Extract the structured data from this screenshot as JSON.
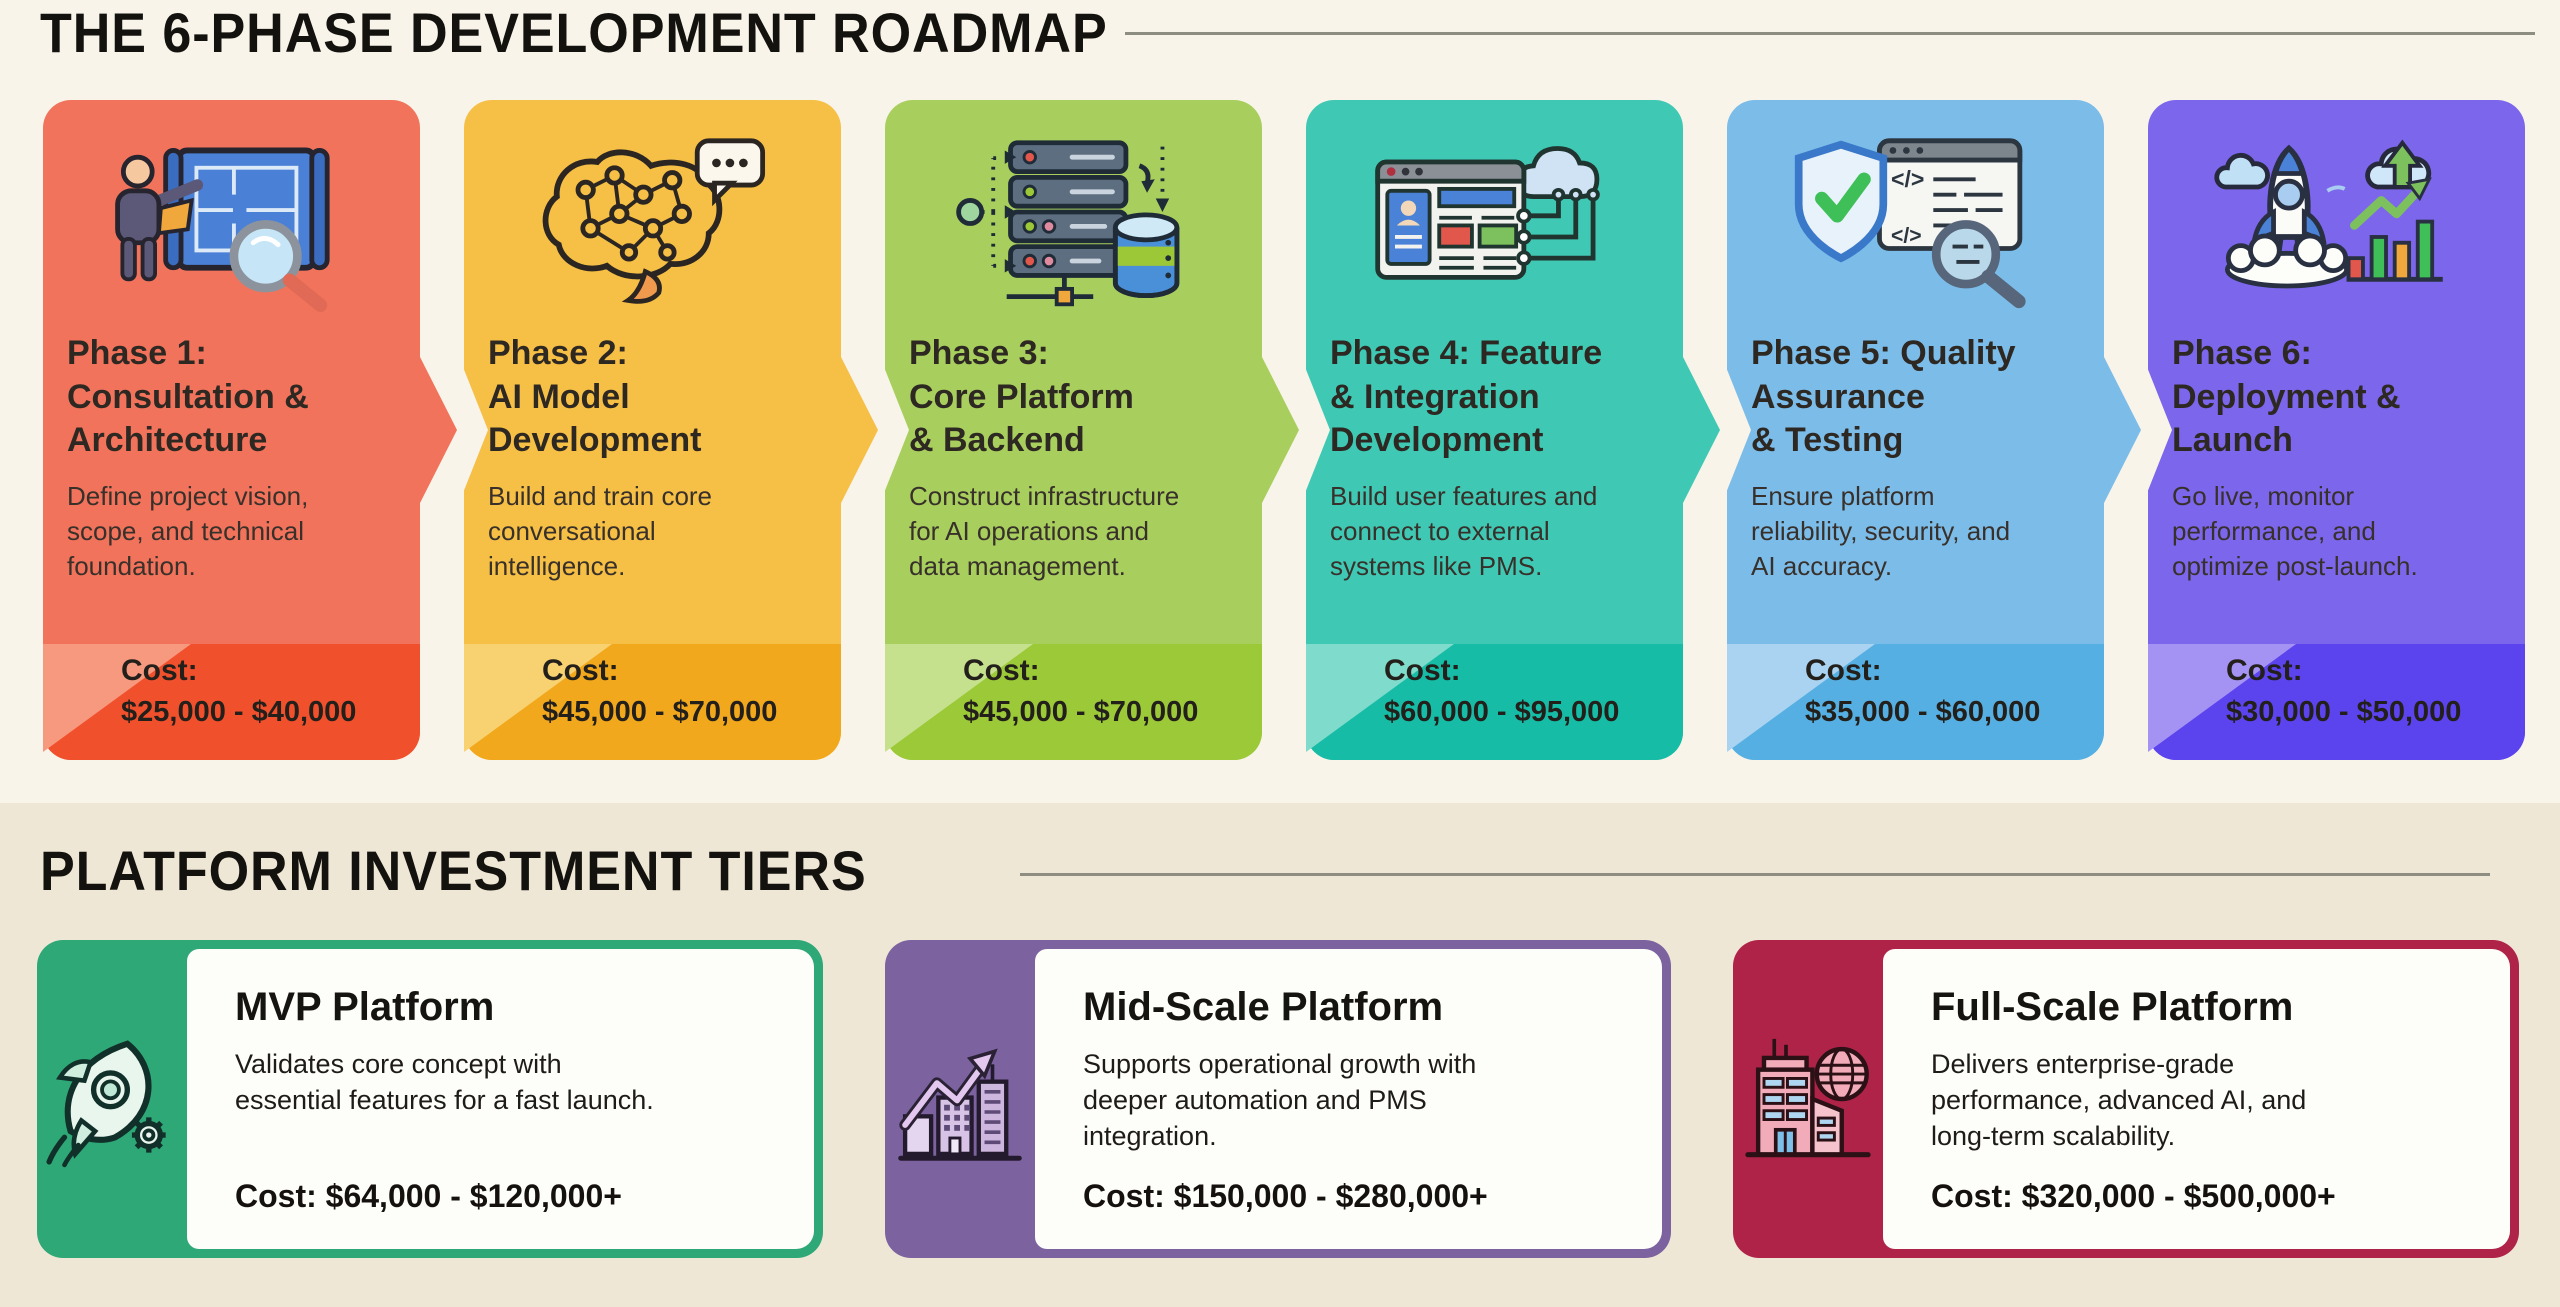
{
  "colors": {
    "bg_top": "#F8F4E9",
    "bg_bottom": "#EFE7D6",
    "divider": "#8E8D82"
  },
  "roadmap": {
    "heading": "THE 6-PHASE DEVELOPMENT ROADMAP",
    "phases": [
      {
        "title": "Phase 1:\nConsultation &\nArchitecture",
        "description": "Define project vision,\nscope, and technical\nfoundation.",
        "cost_label": "Cost:",
        "cost_value": "$25,000 - $40,000",
        "icon": "person-blueprint-magnifier-icon",
        "colors": {
          "body": "#F2735B",
          "band": "#F1502D",
          "fold": "#F6997F"
        }
      },
      {
        "title": "Phase 2:\nAI Model\nDevelopment",
        "description": "Build and train core\nconversational\nintelligence.",
        "cost_label": "Cost:",
        "cost_value": "$45,000 - $70,000",
        "icon": "brain-network-speech-icon",
        "colors": {
          "body": "#F6BF45",
          "band": "#F2A81C",
          "fold": "#F8D171"
        }
      },
      {
        "title": "Phase 3:\nCore Platform\n& Backend",
        "description": "Construct infrastructure\nfor AI operations and\ndata management.",
        "cost_label": "Cost:",
        "cost_value": "$45,000 - $70,000",
        "icon": "server-stack-database-icon",
        "colors": {
          "body": "#A8CF5E",
          "band": "#9BC938",
          "fold": "#C6E18D"
        }
      },
      {
        "title": "Phase 4: Feature\n& Integration\nDevelopment",
        "description": "Build user features and\nconnect to external\nsystems like PMS.",
        "cost_label": "Cost:",
        "cost_value": "$60,000 - $95,000",
        "icon": "browser-cloud-integration-icon",
        "colors": {
          "body": "#3FC9B4",
          "band": "#17BCA6",
          "fold": "#7FDBCB"
        }
      },
      {
        "title": "Phase 5: Quality\nAssurance\n& Testing",
        "description": "Ensure platform\nreliability, security, and\nAI accuracy.",
        "cost_label": "Cost:",
        "cost_value": "$35,000 - $60,000",
        "icon": "shield-check-code-magnifier-icon",
        "colors": {
          "body": "#7CBCE9",
          "band": "#56AFE2",
          "fold": "#A9D3F1"
        }
      },
      {
        "title": "Phase 6:\nDeployment &\nLaunch",
        "description": "Go live, monitor\nperformance, and\noptimize post-launch.",
        "cost_label": "Cost:",
        "cost_value": "$30,000 - $50,000",
        "icon": "rocket-launch-growth-icon",
        "colors": {
          "body": "#7C66EC",
          "band": "#5B43EE",
          "fold": "#A593F4"
        }
      }
    ]
  },
  "tiers": {
    "heading": "PLATFORM INVESTMENT TIERS",
    "items": [
      {
        "name": "MVP Platform",
        "description": "Validates core concept with\nessential features for a fast launch.",
        "cost": "Cost: $64,000 - $120,000+",
        "icon": "rocket-gear-icon",
        "colors": {
          "frame": "#2FA877",
          "panel": "#FDFDFA"
        }
      },
      {
        "name": "Mid-Scale Platform",
        "description": "Supports operational growth with\ndeeper automation and PMS\nintegration.",
        "cost": "Cost: $150,000 - $280,000+",
        "icon": "growth-chart-buildings-icon",
        "colors": {
          "frame": "#7C639F",
          "panel": "#FDFDFA"
        }
      },
      {
        "name": "Full-Scale Platform",
        "description": "Delivers enterprise-grade\nperformance, advanced AI, and\nlong-term scalability.",
        "cost": "Cost: $320,000 - $500,000+",
        "icon": "building-globe-icon",
        "colors": {
          "frame": "#B02349",
          "panel": "#FDFDFA"
        }
      }
    ]
  }
}
